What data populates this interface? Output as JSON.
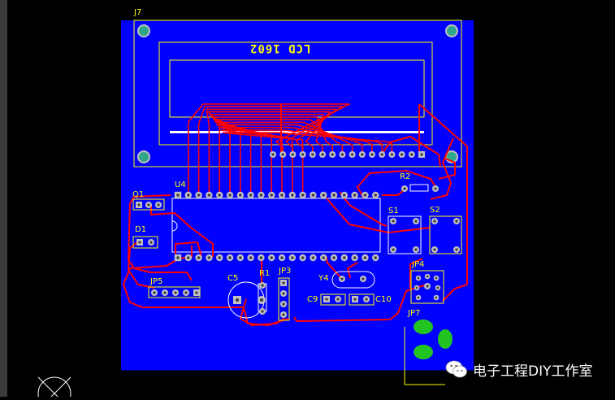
{
  "board": {
    "silkscreen_title": "LCD  1602",
    "designators": [
      "J7",
      "U4",
      "Q1",
      "D1",
      "JP5",
      "C5",
      "R1",
      "JP3",
      "Y4",
      "C9",
      "C10",
      "S1",
      "S2",
      "JP4",
      "JP7",
      "R2"
    ]
  },
  "colors": {
    "background": "#000000",
    "copper_plane": "#0000ff",
    "trace": "#ff0000",
    "silkscreen": "#ffff00",
    "pad": "#c0c0c0",
    "mount_hole": "#2fa68a",
    "jack_pad": "#22c422"
  },
  "watermark": {
    "icon": "wechat-icon",
    "text": "电子工程DIY工作室"
  }
}
